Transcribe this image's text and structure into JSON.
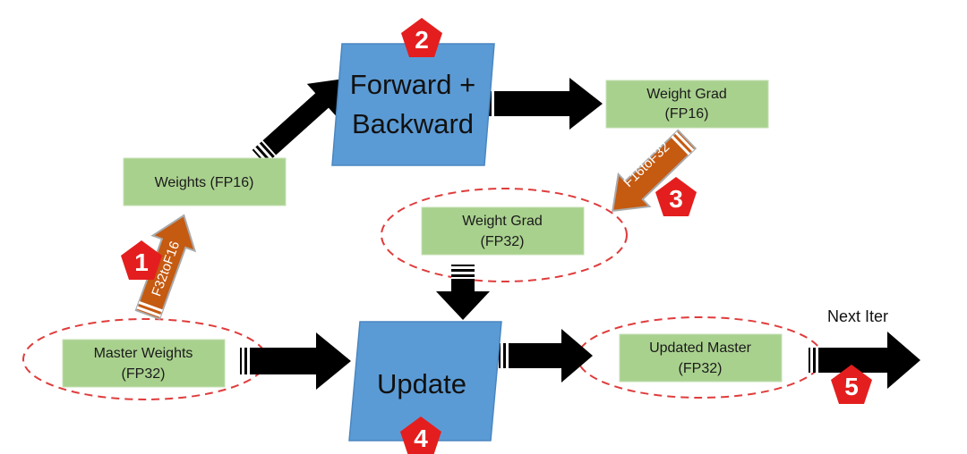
{
  "colors": {
    "box_fill": "#a9d18e",
    "box_stroke": "#c5e0b4",
    "process_fill": "#5b9bd5",
    "process_stroke": "#4a86c0",
    "arrow_fill": "#000000",
    "convert_arrow_fill": "#c55a11",
    "convert_arrow_stroke": "#a9a9a9",
    "badge_fill": "#e41e1e",
    "ellipse_stroke": "#e03c3c"
  },
  "nodes": {
    "weights_fp16": {
      "label": "Weights (FP16)"
    },
    "weight_grad_fp16": {
      "line1": "Weight Grad",
      "line2": "(FP16)"
    },
    "weight_grad_fp32": {
      "line1": "Weight Grad",
      "line2": "(FP32)"
    },
    "master_weights": {
      "line1": "Master Weights",
      "line2": "(FP32)"
    },
    "updated_master": {
      "line1": "Updated Master",
      "line2": "(FP32)"
    }
  },
  "processes": {
    "forward_backward": {
      "line1": "Forward +",
      "line2": "Backward"
    },
    "update": {
      "label": "Update"
    }
  },
  "conversions": {
    "f32_to_f16": "F32toF16",
    "f16_to_f32": "F16toF32"
  },
  "steps": [
    "1",
    "2",
    "3",
    "4",
    "5"
  ],
  "next_iter_label": "Next Iter"
}
